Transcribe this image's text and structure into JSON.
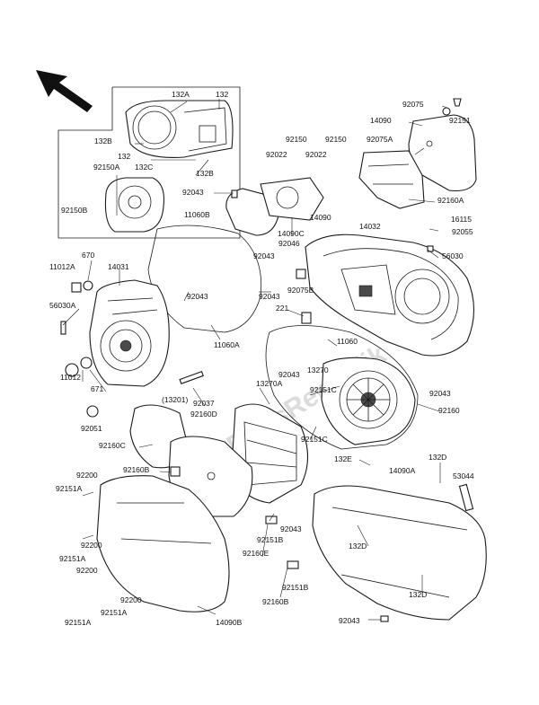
{
  "watermark": "PartsRepublik",
  "labels": [
    {
      "id": "l1",
      "text": "132A"
    },
    {
      "id": "l2",
      "text": "132"
    },
    {
      "id": "l3",
      "text": "132B"
    },
    {
      "id": "l4",
      "text": "132"
    },
    {
      "id": "l5",
      "text": "92150A"
    },
    {
      "id": "l6",
      "text": "132C"
    },
    {
      "id": "l7",
      "text": "132B"
    },
    {
      "id": "l8",
      "text": "92150B"
    },
    {
      "id": "l9",
      "text": "92075"
    },
    {
      "id": "l10",
      "text": "92151"
    },
    {
      "id": "l11",
      "text": "14090"
    },
    {
      "id": "l12",
      "text": "92150"
    },
    {
      "id": "l13",
      "text": "92150"
    },
    {
      "id": "l14",
      "text": "92075A"
    },
    {
      "id": "l15",
      "text": "92022"
    },
    {
      "id": "l16",
      "text": "92022"
    },
    {
      "id": "l17",
      "text": "92043"
    },
    {
      "id": "l18",
      "text": "92160A"
    },
    {
      "id": "l19",
      "text": "11060B"
    },
    {
      "id": "l20",
      "text": "14090"
    },
    {
      "id": "l21",
      "text": "14032"
    },
    {
      "id": "l22",
      "text": "16115"
    },
    {
      "id": "l23",
      "text": "14090C"
    },
    {
      "id": "l24",
      "text": "92055"
    },
    {
      "id": "l25",
      "text": "92046"
    },
    {
      "id": "l26",
      "text": "92043"
    },
    {
      "id": "l27",
      "text": "56030"
    },
    {
      "id": "l28",
      "text": "670"
    },
    {
      "id": "l29",
      "text": "11012A"
    },
    {
      "id": "l30",
      "text": "14031"
    },
    {
      "id": "l31",
      "text": "92043"
    },
    {
      "id": "l32",
      "text": "92075B"
    },
    {
      "id": "l33",
      "text": "92043"
    },
    {
      "id": "l34",
      "text": "56030A"
    },
    {
      "id": "l35",
      "text": "221"
    },
    {
      "id": "l36",
      "text": "11060A"
    },
    {
      "id": "l37",
      "text": "11060"
    },
    {
      "id": "l38",
      "text": "92043"
    },
    {
      "id": "l39",
      "text": "13270"
    },
    {
      "id": "l40",
      "text": "11012"
    },
    {
      "id": "l41",
      "text": "671"
    },
    {
      "id": "l42",
      "text": "(13201)"
    },
    {
      "id": "l43",
      "text": "92037"
    },
    {
      "id": "l44",
      "text": "13270A"
    },
    {
      "id": "l45",
      "text": "92151C"
    },
    {
      "id": "l46",
      "text": "92043"
    },
    {
      "id": "l47",
      "text": "92160D"
    },
    {
      "id": "l48",
      "text": "92160"
    },
    {
      "id": "l49",
      "text": "92051"
    },
    {
      "id": "l50",
      "text": "92151C"
    },
    {
      "id": "l51",
      "text": "92160C"
    },
    {
      "id": "l52",
      "text": "132E"
    },
    {
      "id": "l53",
      "text": "132D"
    },
    {
      "id": "l54",
      "text": "14090A"
    },
    {
      "id": "l55",
      "text": "92200"
    },
    {
      "id": "l56",
      "text": "92160B"
    },
    {
      "id": "l57",
      "text": "53044"
    },
    {
      "id": "l58",
      "text": "92151A"
    },
    {
      "id": "l59",
      "text": "92043"
    },
    {
      "id": "l60",
      "text": "92200"
    },
    {
      "id": "l61",
      "text": "92151B"
    },
    {
      "id": "l62",
      "text": "132D"
    },
    {
      "id": "l63",
      "text": "92151A"
    },
    {
      "id": "l64",
      "text": "92160E"
    },
    {
      "id": "l65",
      "text": "92200"
    },
    {
      "id": "l66",
      "text": "92200"
    },
    {
      "id": "l67",
      "text": "92151B"
    },
    {
      "id": "l68",
      "text": "92160B"
    },
    {
      "id": "l69",
      "text": "132D"
    },
    {
      "id": "l70",
      "text": "92151A"
    },
    {
      "id": "l71",
      "text": "92151A"
    },
    {
      "id": "l72",
      "text": "14090B"
    },
    {
      "id": "l73",
      "text": "92043"
    }
  ]
}
